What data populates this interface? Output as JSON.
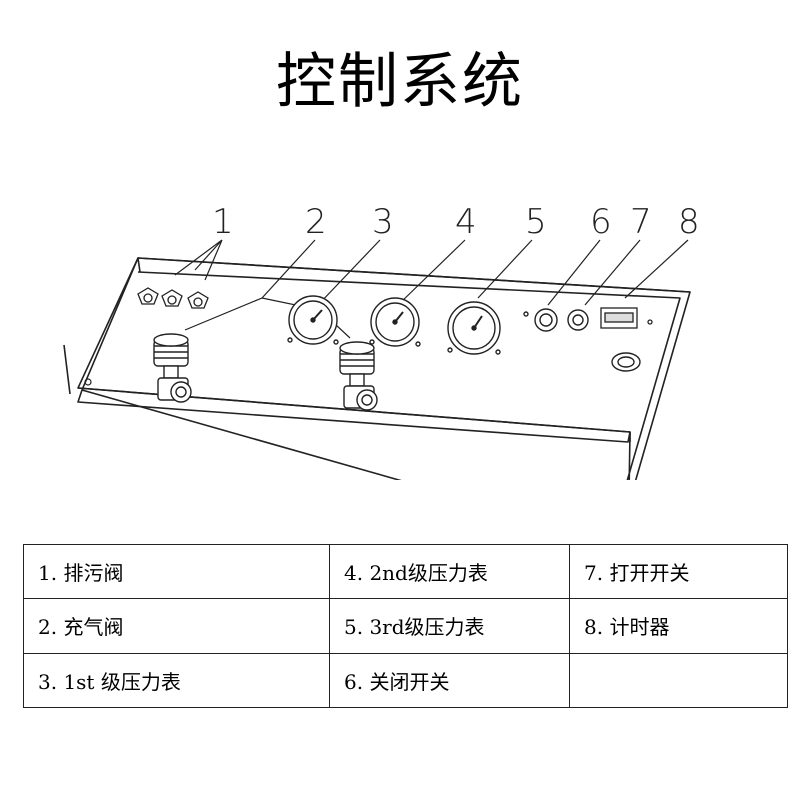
{
  "title": "控制系统",
  "callouts": [
    "1",
    "2",
    "3",
    "4",
    "5",
    "6",
    "7",
    "8"
  ],
  "legend": {
    "rows": [
      [
        "1. 排污阀",
        "4. 2nd级压力表",
        "7. 打开开关"
      ],
      [
        "2. 充气阀",
        "5. 3rd级压力表",
        "8. 计时器"
      ],
      [
        "3. 1st 级压力表",
        "6. 关闭开关",
        ""
      ]
    ]
  }
}
